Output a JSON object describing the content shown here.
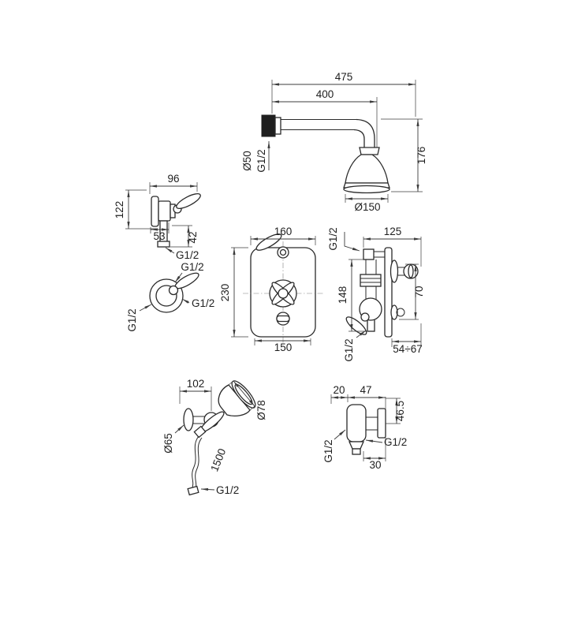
{
  "views": {
    "overhead_shower": {
      "arm_length_total": "475",
      "arm_length": "400",
      "arm_diameter": "Ø50",
      "wall_thread": "G1/2",
      "drop_height": "176",
      "head_diameter": "Ø150"
    },
    "diverter_valve_side": {
      "lever_length": "96",
      "total_height": "122",
      "escutcheon_width": "53",
      "outlet_drop": "42",
      "outlet_thread": "G1/2"
    },
    "valve_front": {
      "top_thread": "G1/2",
      "side_thread": "G1/2",
      "bottom_thread": "G1/2"
    },
    "mixer_front": {
      "plate_width": "160",
      "plate_height": "230",
      "bottom_width": "150"
    },
    "mixer_side": {
      "top_thread": "G1/2",
      "total_depth": "125",
      "body_height": "148",
      "handle_height": "70",
      "bottom_thread": "G1/2",
      "adjustable_depth": "54÷67"
    },
    "hand_shower": {
      "bracket_offset": "102",
      "head_diameter": "Ø78",
      "bracket_diameter": "Ø65",
      "hose_length": "1500",
      "hose_thread": "G1/2"
    },
    "wall_outlet": {
      "offset_top_left": "20",
      "offset_top_right": "47",
      "height": "46.5",
      "outlet_thread": "G1/2",
      "inlet_thread": "G1/2",
      "bottom_offset": "30"
    }
  }
}
